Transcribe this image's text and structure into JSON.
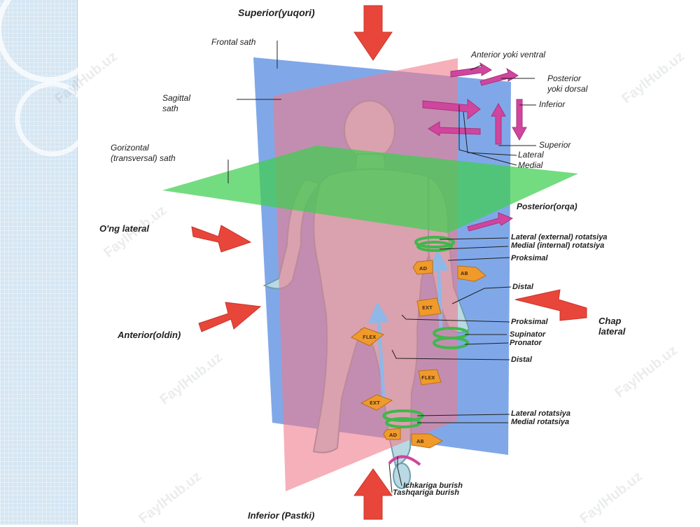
{
  "labels": {
    "superior": "Superior(yuqori)",
    "frontal": "Frontal sath",
    "sagittal_1": "Sagittal",
    "sagittal_2": "sath",
    "horizontal_1": "Gorizontal",
    "horizontal_2": "(transversal) sath",
    "ong_lateral": "O'ng lateral",
    "anterior_oldin": "Anterior(oldin)",
    "inferior_pastki": "Inferior (Pastki)",
    "anterior_ventral": "Anterior yoki ventral",
    "posterior_dorsal_1": "Posterior",
    "posterior_dorsal_2": "yoki dorsal",
    "inferior_small": "Inferior",
    "superior_small": "Superior",
    "lateral": "Lateral",
    "medial": "Medial",
    "posterior_orqa": "Posterior(orqa)",
    "lateral_external": "Lateral (external) rotatsiya",
    "medial_internal": "Medial (internal) rotatsiya",
    "proksimal_1": "Proksimal",
    "distal_1": "Distal",
    "chap_1": "Chap",
    "chap_2": "lateral",
    "proksimal_2": "Proksimal",
    "supinator": "Supinator",
    "pronator": "Pronator",
    "distal_2": "Distal",
    "lateral_rotatsiya": "Lateral rotatsiya",
    "medial_rotatsiya": "Medial rotatsiya",
    "ichkariga": "Ichkariga burish",
    "tashqariga": "Tashqariga burish"
  },
  "motion_tags": {
    "ad_1": "AD",
    "ab_1": "AB",
    "ext_1": "EXT",
    "flex_1": "FLEX",
    "flex_2": "FLEX",
    "ext_2": "EXT",
    "ad_2": "AD",
    "ab_2": "AB"
  },
  "watermark": "FaylHub.uz",
  "colors": {
    "frontal_plane": "#4f86e0",
    "sagittal_plane": "#f07b8c",
    "horizontal_plane": "#3fcf4f",
    "big_arrow": "#e8463a",
    "magenta_arrow": "#d0459e",
    "rotation_ring": "#3fb84a",
    "tag_fill": "#f09a2c",
    "body_fill": "#b9d9e3"
  }
}
